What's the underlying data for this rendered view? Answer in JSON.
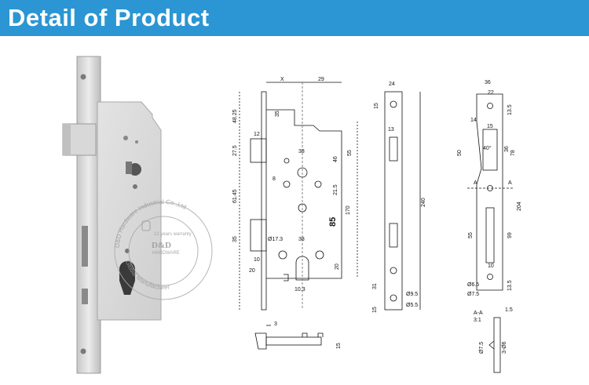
{
  "header": {
    "title": "Detail of Product"
  },
  "watermark": {
    "ring_top": "D&D Hardware Industrial Co.,Ltd",
    "ring_bottom": "Global Manufacturer",
    "warranty": "12 years warranty",
    "brand": "D&D",
    "sub": "HARDWARE"
  },
  "drawing_main": {
    "dims": [
      "X",
      "29",
      "48.25",
      "35",
      "12",
      "27.5",
      "46",
      "55",
      "38",
      "8",
      "21.5",
      "61.45",
      "170",
      "85",
      "35",
      "Ø17.3",
      "38",
      "10",
      "20",
      "20",
      "10.3"
    ]
  },
  "drawing_faceplate": {
    "dims": [
      "24",
      "15",
      "13",
      "240",
      "31",
      "Ø9.5",
      "15",
      "Ø5.5"
    ]
  },
  "drawing_strike": {
    "dims": [
      "36",
      "22",
      "13.5",
      "14",
      "15",
      "50",
      "40°",
      "36",
      "78",
      "A",
      "A",
      "204",
      "55",
      "99",
      "10",
      "Ø6.5",
      "Ø7.5",
      "13.5"
    ]
  },
  "drawing_section": {
    "title": "A-A",
    "scale": "3:1",
    "dims": [
      "1.5",
      "Ø7.5",
      "3-Ø6"
    ]
  },
  "drawing_latch": {
    "dims": [
      "3",
      "15"
    ]
  },
  "colors": {
    "header": "#2b96d3",
    "line": "#111111"
  }
}
